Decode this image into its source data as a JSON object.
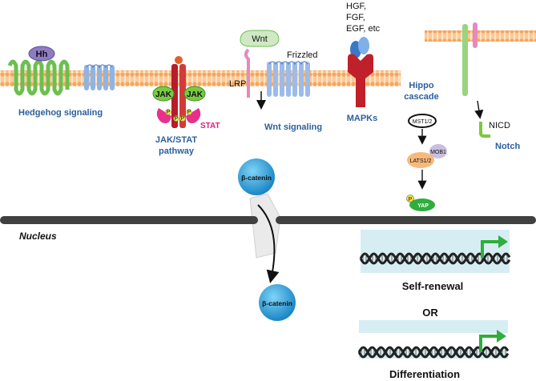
{
  "pathways": {
    "hedgehog": {
      "ligand": "Hh",
      "label": "Hedgehog signaling"
    },
    "jakstat": {
      "kinase1": "JAK",
      "kinase2": "JAK",
      "stat": "STAT",
      "label_line1": "JAK/STAT",
      "label_line2": "pathway",
      "phospho": "P"
    },
    "wnt": {
      "ligand": "Wnt",
      "receptor": "Frizzled",
      "coreceptor": "LRP",
      "label": "Wnt signaling"
    },
    "mapk": {
      "ligands_line1": "HGF,",
      "ligands_line2": "FGF,",
      "ligands_line3": "EGF, etc",
      "label": "MAPKs"
    },
    "hippo": {
      "label_line1": "Hippo",
      "label_line2": "cascade",
      "mst": "MST1/2",
      "mob": "MOB1",
      "lats": "LATS1/2",
      "yap": "YAP",
      "phospho": "P"
    },
    "notch": {
      "fragment": "NICD",
      "label": "Notch"
    }
  },
  "beta_catenin": {
    "top": "β-catenin",
    "bottom": "β-catenin"
  },
  "nucleus": {
    "label": "Nucleus"
  },
  "outcomes": {
    "self_renewal": "Self-renewal",
    "or": "OR",
    "differentiation": "Differentiation"
  },
  "colors": {
    "membrane": "#f5a65b",
    "hh_ligand": "#8e7cc3",
    "green_receptor": "#8fd16a",
    "blue_receptor": "#9dbbe8",
    "jak": "#7ac943",
    "stat": "#e8308a",
    "red_receptor": "#c0202a",
    "beta_catenin": "#29a8e0",
    "yap": "#2fae3c",
    "nuclear_band": "#d6eef3",
    "arrow_green": "#2fae3c"
  }
}
